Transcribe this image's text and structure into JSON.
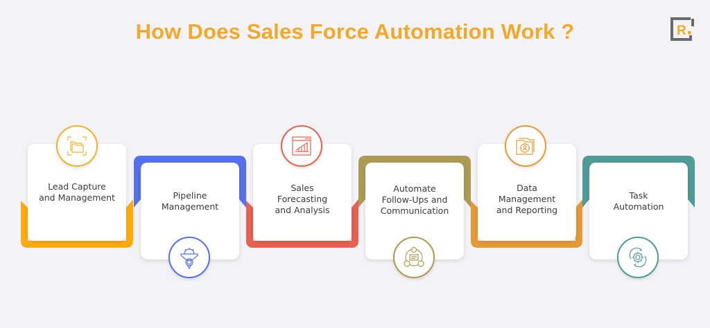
{
  "header": {
    "title": "How Does Sales Force Automation Work ?",
    "logo_letter": "R",
    "logo_dot": ".",
    "title_color": "#f0a92a"
  },
  "steps": [
    {
      "label_lines": [
        "Lead Capture",
        "and Management"
      ],
      "label": "Lead Capture and Management",
      "color": "#ffaa0f",
      "icon": "folder-capture-icon",
      "icon_position": "top"
    },
    {
      "label_lines": [
        "Pipeline",
        "Management"
      ],
      "label": "Pipeline Management",
      "color": "#5470ee",
      "icon": "funnel-gear-dollar-icon",
      "icon_position": "bottom"
    },
    {
      "label_lines": [
        "Sales",
        "Forecasting",
        "and Analysis"
      ],
      "label": "Sales Forecasting and Analysis",
      "color": "#e8604f",
      "icon": "chart-window-icon",
      "icon_position": "top"
    },
    {
      "label_lines": [
        "Automate",
        "Follow-Ups and",
        "Communication"
      ],
      "label": "Automate Follow-Ups and Communication",
      "color": "#ad9a53",
      "icon": "team-chat-icon",
      "icon_position": "bottom"
    },
    {
      "label_lines": [
        "Data",
        "Management",
        "and Reporting"
      ],
      "label": "Data Management and Reporting",
      "color": "#e69a36",
      "icon": "folder-gear-user-icon",
      "icon_position": "top"
    },
    {
      "label_lines": [
        "Task",
        "Automation"
      ],
      "label": "Task Automation",
      "color": "#4e9c95",
      "icon": "gear-cycle-icon",
      "icon_position": "bottom"
    }
  ]
}
